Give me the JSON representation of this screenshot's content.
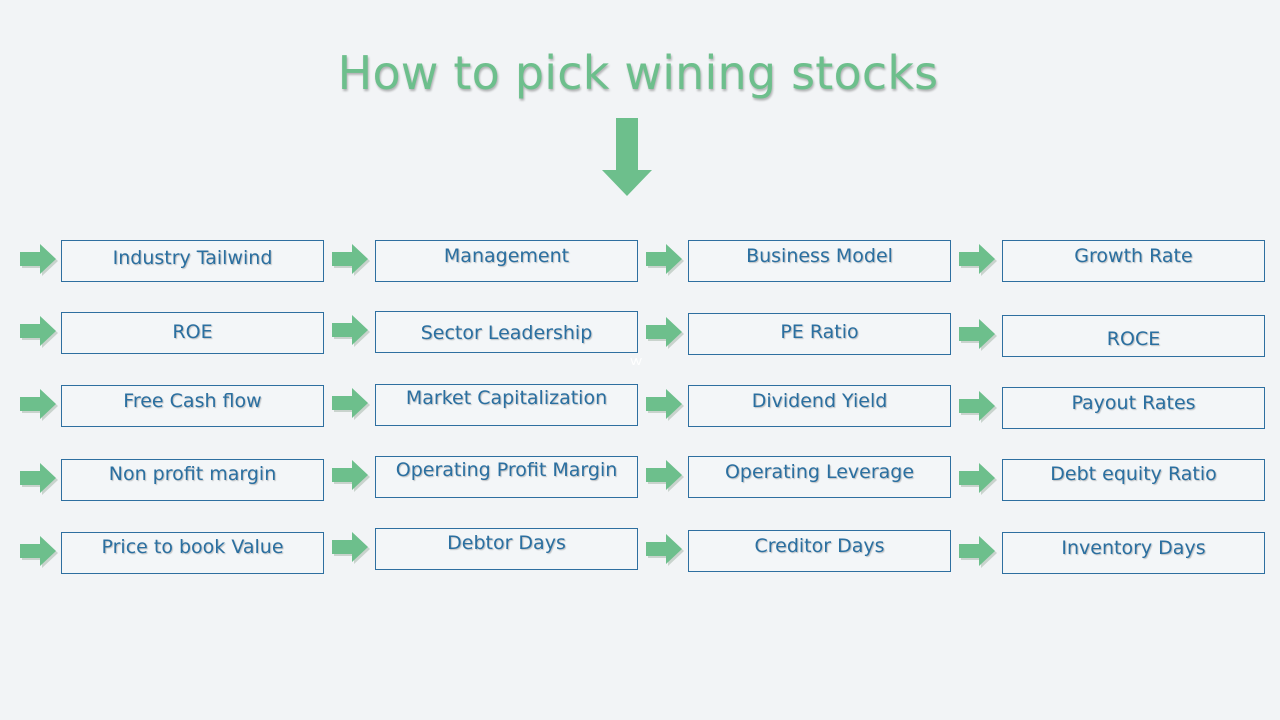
{
  "slide": {
    "title": "How to pick wining stocks",
    "arrow_color": "#6dbf8c",
    "box_border_color": "#2e6fa0",
    "label_color": "#2a6fa0"
  },
  "grid": {
    "rows": [
      [
        "Industry Tailwind",
        "Management",
        "Business Model",
        "Growth Rate"
      ],
      [
        "ROE",
        "Sector Leadership",
        "PE Ratio",
        "ROCE"
      ],
      [
        "Free Cash flow",
        "Market Capitalization",
        "Dividend Yield",
        "Payout  Rates"
      ],
      [
        "Non profit margin",
        "Operating Profit Margin",
        "Operating Leverage",
        "Debt equity Ratio"
      ],
      [
        "Price to book Value",
        "Debtor Days",
        "Creditor Days",
        "Inventory Days"
      ]
    ]
  }
}
